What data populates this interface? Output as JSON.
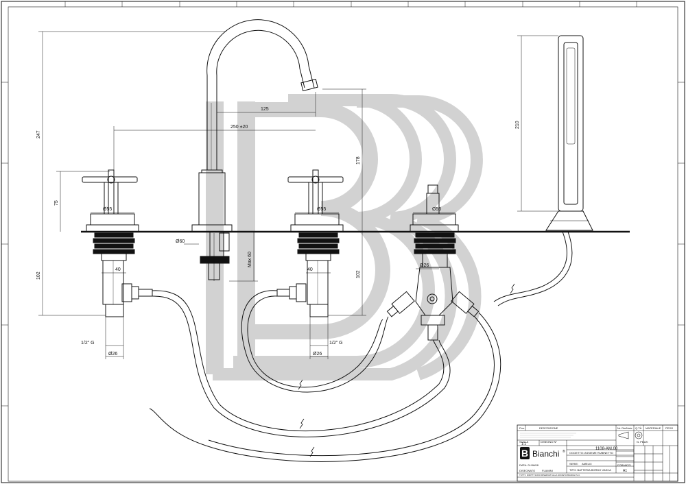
{
  "dimensions": {
    "d247": "247",
    "d75": "75",
    "d102_left": "102",
    "d102_right": "102",
    "d125": "125",
    "d250": "250 ±20",
    "d178": "178",
    "d210": "210",
    "maxdim": "Max 60",
    "phi60": "Ø60",
    "phi55_a": "Ø55",
    "phi55_b": "Ø55",
    "phi55_c": "Ø55",
    "d40_a": "40",
    "d40_b": "40",
    "phi26_a": "Ø26",
    "phi26_b": "Ø26",
    "phi26_c": "Ø26",
    "thread_a": "1/2\" G",
    "thread_b": "1/2\" G"
  },
  "title_block": {
    "header_pos": "Pos.",
    "header_desc": "DESCRIZIONE",
    "header_qty": "Nr. Dis/Note",
    "header_qt": "Q.TÀ",
    "header_mat": "MATERIALE",
    "header_peso": "PESO",
    "scale_label": "SCALA",
    "scale_value": "1:1",
    "drawing_label": "DISEGNO N°",
    "drawing_number": "1108-AM.00",
    "oggetto": "OGGETTO: ASSIEME RUBINETTO",
    "serie_label": "SERIE:",
    "serie_value": "AMELIX",
    "tipo": "TIPO: BATTERIA BORDO VASCA",
    "formato_label": "FORMATO",
    "formato_value": "A1",
    "data": "DATA: 01/08/08",
    "disegnato_label": "DISEGNATO",
    "disegnato_value": "FLAMINI",
    "rights": "TUTTI I DIRITTI SONO RISERVATI ALLA SOCIETÀ BIANCHI S.r.l.",
    "brand": "Bianchi",
    "brand_mark": "B",
    "registered": "®",
    "fezzi": "N. PEZZI"
  },
  "colors": {
    "line": "#111111",
    "watermark": "#d2d2d2",
    "paper": "#ffffff"
  },
  "icons": {
    "projection_symbol": "first-angle-projection-icon",
    "logo": "bianchi-logo-icon"
  }
}
